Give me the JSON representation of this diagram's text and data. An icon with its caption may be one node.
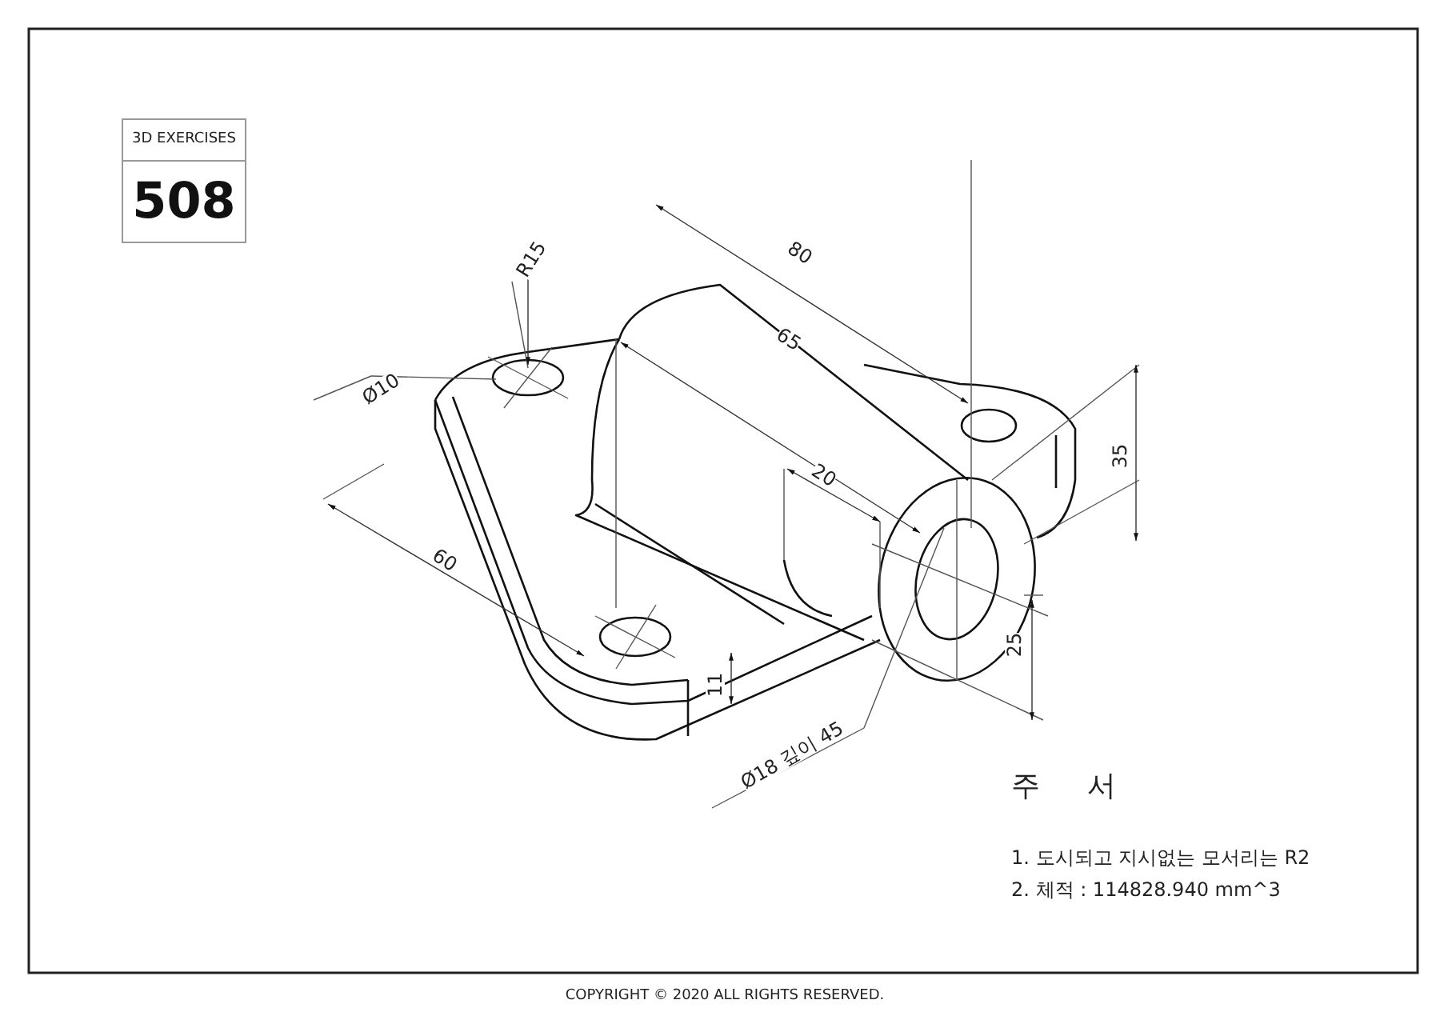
{
  "diagram": {
    "nodes": [
      {
        "text": [
          "3D EXERCISES",
          "508"
        ]
      }
    ],
    "labels": [
      "R15",
      "Ø10",
      "80",
      "65",
      "20",
      "35",
      "60",
      "11",
      "25",
      "Ø18 깊이 45",
      "주 서",
      "1. 도시되고 지시없는 모서리는 R2",
      "2. 체적 : 114828.940 mm^3",
      "COPYRIGHT © 2020 ALL RIGHTS RESERVED."
    ]
  }
}
